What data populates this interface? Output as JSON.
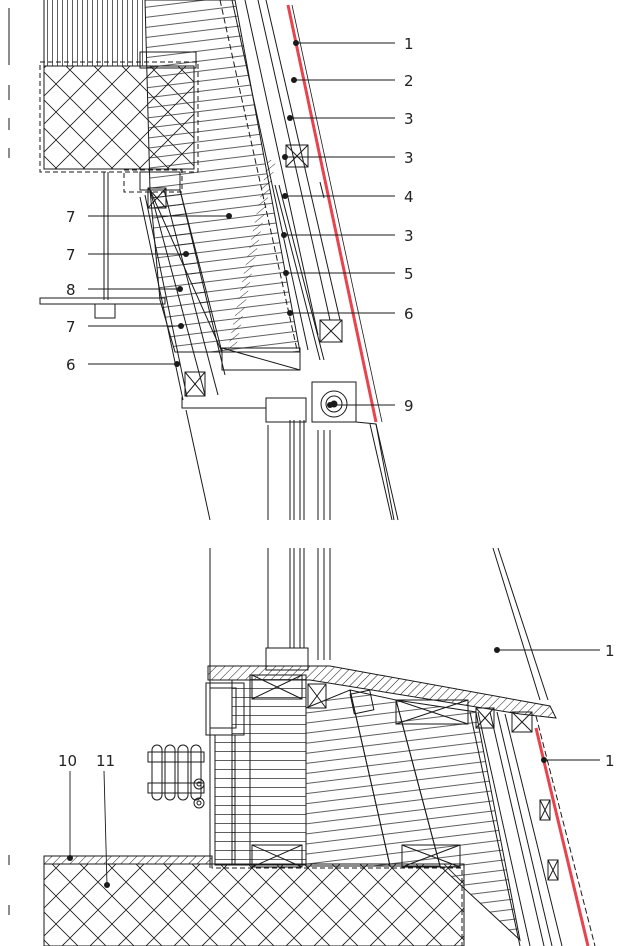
{
  "colors": {
    "line": "#1a1a1a",
    "accent_red": "#e8434e",
    "paper": "#ffffff"
  },
  "callouts": {
    "c1": "1",
    "c2": "2",
    "c3a": "3",
    "c3b": "3",
    "c4": "4",
    "c3c": "3",
    "c5": "5",
    "c6a": "6",
    "c7a": "7",
    "c7b": "7",
    "c8": "8",
    "c7c": "7",
    "c6b": "6",
    "c9": "9",
    "c1b": "1",
    "c1c": "1",
    "c10": "10",
    "c11": "11"
  }
}
